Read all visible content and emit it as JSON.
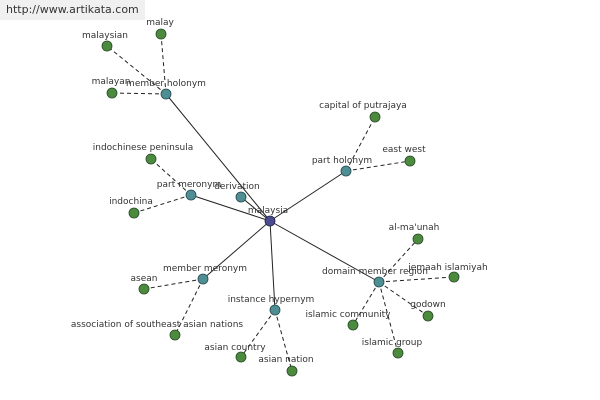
{
  "watermark": "http://www.artikata.com",
  "colors": {
    "center_node": "#4b4b8f",
    "relation_node": "#4f8f94",
    "leaf_node": "#4c8a3e",
    "edge": "#222222"
  },
  "graph": {
    "center": {
      "id": "malaysia",
      "label": "malaysia"
    },
    "relations": [
      {
        "id": "member_holonym",
        "label": "member holonym",
        "leaves": [
          {
            "label": "malay"
          },
          {
            "label": "malaysian"
          },
          {
            "label": "malayan"
          }
        ]
      },
      {
        "id": "part_holonym",
        "label": "part holonym",
        "leaves": [
          {
            "label": "capital of putrajaya"
          },
          {
            "label": "east west"
          }
        ]
      },
      {
        "id": "part_meronym",
        "label": "part meronym",
        "leaves": [
          {
            "label": "indochinese peninsula"
          },
          {
            "label": "indochina"
          }
        ]
      },
      {
        "id": "derivation",
        "label": "derivation",
        "leaves": []
      },
      {
        "id": "member_meronym",
        "label": "member meronym",
        "leaves": [
          {
            "label": "asean"
          },
          {
            "label": "association of southeast asian nations"
          }
        ]
      },
      {
        "id": "instance_hypernym",
        "label": "instance hypernym",
        "leaves": [
          {
            "label": "asian country"
          },
          {
            "label": "asian nation"
          }
        ]
      },
      {
        "id": "domain_member_region",
        "label": "domain member region",
        "leaves": [
          {
            "label": "al-ma'unah"
          },
          {
            "label": "jemaah islamiyah"
          },
          {
            "label": "godown"
          },
          {
            "label": "islamic community"
          },
          {
            "label": "islamic group"
          }
        ]
      }
    ]
  }
}
